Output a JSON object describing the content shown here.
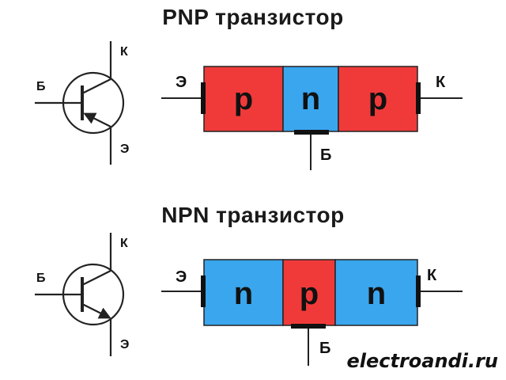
{
  "pnp": {
    "title": "PNP транзистор",
    "symbol": {
      "collector": "К",
      "base": "Б",
      "emitter": "Э"
    },
    "body": {
      "left_terminal": "Э",
      "right_terminal": "К",
      "base_terminal": "Б",
      "layers": [
        "p",
        "n",
        "p"
      ]
    }
  },
  "npn": {
    "title": "NPN транзистор",
    "symbol": {
      "collector": "К",
      "base": "Б",
      "emitter": "Э"
    },
    "body": {
      "left_terminal": "Э",
      "right_terminal": "К",
      "base_terminal": "Б",
      "layers": [
        "n",
        "p",
        "n"
      ]
    }
  },
  "colors": {
    "p_layer": "#f03a3a",
    "n_layer": "#3aa6ee",
    "line": "#222222",
    "lead": "#111111"
  },
  "watermark": "electroandi.ru"
}
